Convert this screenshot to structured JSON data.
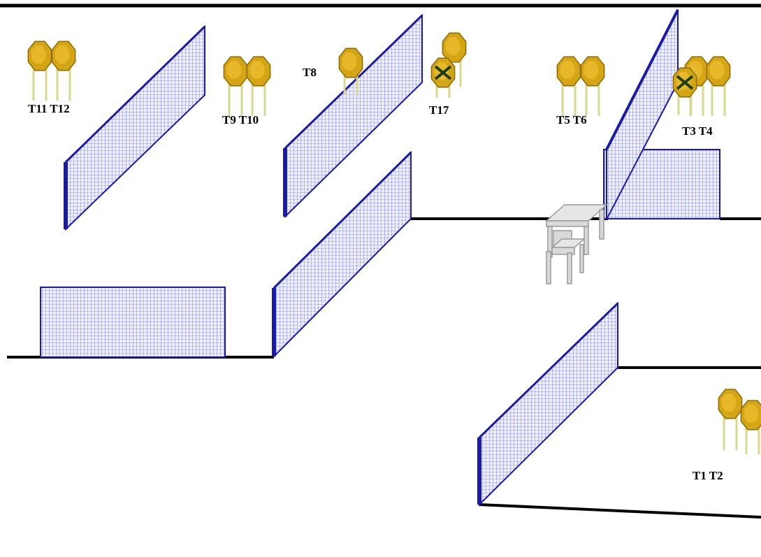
{
  "colors": {
    "wall_stroke": "#1a1aa8",
    "wall_mesh": "#3b3bff",
    "wall_fill": "#eef0ff",
    "line": "#000000",
    "target_face": "#d4a514",
    "target_edge": "#8a6a00",
    "target_post": "#d8d88c",
    "mark": "#1f3f0f",
    "furniture": "#d9d9d9",
    "furniture_edge": "#9a9a9a"
  },
  "targets": [
    {
      "id": "t11-t12",
      "label": "T11 T12"
    },
    {
      "id": "t9-t10",
      "label": "T9 T10"
    },
    {
      "id": "t8",
      "label": "T8"
    },
    {
      "id": "t17",
      "label": "T17",
      "marked": true
    },
    {
      "id": "t5-t6",
      "label": "T5 T6"
    },
    {
      "id": "t3-t4",
      "label": "T3 T4",
      "marked": true
    },
    {
      "id": "t1-t2",
      "label": "T1 T2"
    }
  ],
  "icons": {
    "target": "octagon-target-icon",
    "hit_mark": "x-mark-icon",
    "table": "table-icon",
    "chair": "chair-icon"
  }
}
